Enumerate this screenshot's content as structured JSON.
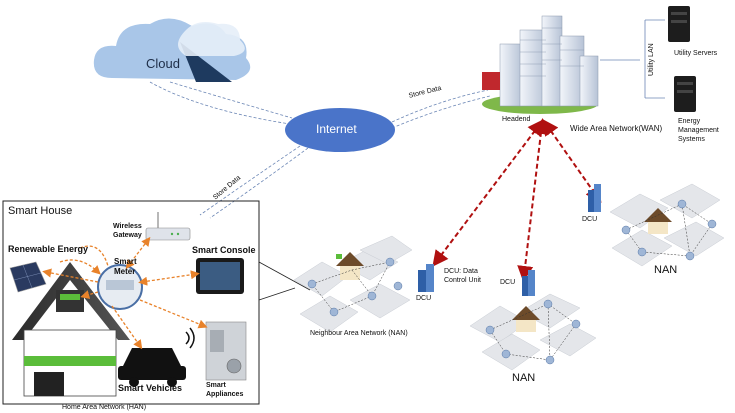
{
  "labels": {
    "cloud": "Cloud",
    "internet": "Internet",
    "store_data_top": "Store Data",
    "store_data_left": "Store Data",
    "headend": "Headend",
    "wan": "Wide Area Network(WAN)",
    "utility_lan": "Utility LAN",
    "utility_servers": "Utility Servers",
    "ems_line1": "Energy",
    "ems_line2": "Management",
    "ems_line3": "Systems",
    "smart_house": "Smart House",
    "wireless_gateway_1": "Wireless",
    "wireless_gateway_2": "Gateway",
    "renewable_energy": "Renewable Energy",
    "smart_console": "Smart Console",
    "smart_meter_1": "Smart",
    "smart_meter_2": "Meter",
    "smart_vehicles": "Smart Vehicles",
    "smart_appliances_1": "Smart",
    "smart_appliances_2": "Appliances",
    "han": "Home Area Network (HAN)",
    "dcu_main": "DCU",
    "dcu_desc_1": "DCU: Data",
    "dcu_desc_2": "Control Unit",
    "nan_left": "Neighbour Area Network (NAN)",
    "dcu_mid": "DCU",
    "nan_mid": "NAN",
    "dcu_right": "DCU",
    "nan_right": "NAN"
  },
  "colors": {
    "cloud_light": "#a9c6e8",
    "cloud_dark": "#1e3a5f",
    "internet": "#4a74c9",
    "wan_link": "#b01010",
    "han_link": "#e8822a",
    "dashed_blue": "#6b86b5"
  }
}
